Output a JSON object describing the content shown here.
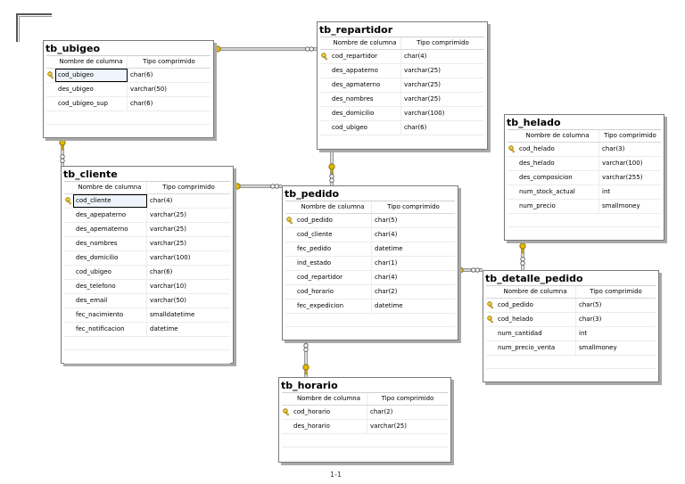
{
  "page_number": "1-1",
  "header_labels": {
    "column_name": "Nombre de columna",
    "data_type": "Tipo comprimido"
  },
  "colors": {
    "key": "#e0b800",
    "connector": "#555555",
    "border": "#7a7a7a"
  },
  "tables": [
    {
      "id": "tb_ubigeo",
      "name": "tb_ubigeo",
      "columns": [
        {
          "name": "cod_ubigeo",
          "type": "char(6)",
          "pk": true,
          "selected": true
        },
        {
          "name": "des_ubigeo",
          "type": "varchar(50)",
          "pk": false
        },
        {
          "name": "cod_ubigeo_sup",
          "type": "char(6)",
          "pk": false
        }
      ]
    },
    {
      "id": "tb_repartidor",
      "name": "tb_repartidor",
      "columns": [
        {
          "name": "cod_repartidor",
          "type": "char(4)",
          "pk": true
        },
        {
          "name": "des_appaterno",
          "type": "varchar(25)",
          "pk": false
        },
        {
          "name": "des_apmaterno",
          "type": "varchar(25)",
          "pk": false
        },
        {
          "name": "des_nombres",
          "type": "varchar(25)",
          "pk": false
        },
        {
          "name": "des_domicilio",
          "type": "varchar(100)",
          "pk": false
        },
        {
          "name": "cod_ubigeo",
          "type": "char(6)",
          "pk": false
        }
      ]
    },
    {
      "id": "tb_helado",
      "name": "tb_helado",
      "columns": [
        {
          "name": "cod_helado",
          "type": "char(3)",
          "pk": true
        },
        {
          "name": "des_helado",
          "type": "varchar(100)",
          "pk": false
        },
        {
          "name": "des_composicion",
          "type": "varchar(255)",
          "pk": false
        },
        {
          "name": "num_stock_actual",
          "type": "int",
          "pk": false
        },
        {
          "name": "num_precio",
          "type": "smallmoney",
          "pk": false
        }
      ]
    },
    {
      "id": "tb_cliente",
      "name": "tb_cliente",
      "columns": [
        {
          "name": "cod_cliente",
          "type": "char(4)",
          "pk": true,
          "selected": true
        },
        {
          "name": "des_apepaterno",
          "type": "varchar(25)",
          "pk": false
        },
        {
          "name": "des_apematerno",
          "type": "varchar(25)",
          "pk": false
        },
        {
          "name": "des_nombres",
          "type": "varchar(25)",
          "pk": false
        },
        {
          "name": "des_domicilio",
          "type": "varchar(100)",
          "pk": false
        },
        {
          "name": "cod_ubigeo",
          "type": "char(6)",
          "pk": false
        },
        {
          "name": "des_telefono",
          "type": "varchar(10)",
          "pk": false
        },
        {
          "name": "des_email",
          "type": "varchar(50)",
          "pk": false
        },
        {
          "name": "fec_nacimiento",
          "type": "smalldatetime",
          "pk": false
        },
        {
          "name": "fec_notificacion",
          "type": "datetime",
          "pk": false
        }
      ]
    },
    {
      "id": "tb_pedido",
      "name": "tb_pedido",
      "columns": [
        {
          "name": "cod_pedido",
          "type": "char(5)",
          "pk": true
        },
        {
          "name": "cod_cliente",
          "type": "char(4)",
          "pk": false
        },
        {
          "name": "fec_pedido",
          "type": "datetime",
          "pk": false
        },
        {
          "name": "ind_estado",
          "type": "char(1)",
          "pk": false
        },
        {
          "name": "cod_repartidor",
          "type": "char(4)",
          "pk": false
        },
        {
          "name": "cod_horario",
          "type": "char(2)",
          "pk": false
        },
        {
          "name": "fec_expedicion",
          "type": "datetime",
          "pk": false
        }
      ]
    },
    {
      "id": "tb_detalle_pedido",
      "name": "tb_detalle_pedido",
      "columns": [
        {
          "name": "cod_pedido",
          "type": "char(5)",
          "pk": true
        },
        {
          "name": "cod_helado",
          "type": "char(3)",
          "pk": true
        },
        {
          "name": "num_cantidad",
          "type": "int",
          "pk": false
        },
        {
          "name": "num_precio_venta",
          "type": "smallmoney",
          "pk": false
        }
      ]
    },
    {
      "id": "tb_horario",
      "name": "tb_horario",
      "columns": [
        {
          "name": "cod_horario",
          "type": "char(2)",
          "pk": true
        },
        {
          "name": "des_horario",
          "type": "varchar(25)",
          "pk": false
        }
      ]
    }
  ],
  "relationships": [
    {
      "from": "tb_ubigeo",
      "to": "tb_repartidor"
    },
    {
      "from": "tb_ubigeo",
      "to": "tb_cliente"
    },
    {
      "from": "tb_cliente",
      "to": "tb_pedido"
    },
    {
      "from": "tb_repartidor",
      "to": "tb_pedido"
    },
    {
      "from": "tb_helado",
      "to": "tb_detalle_pedido"
    },
    {
      "from": "tb_pedido",
      "to": "tb_detalle_pedido"
    },
    {
      "from": "tb_horario",
      "to": "tb_pedido"
    }
  ]
}
